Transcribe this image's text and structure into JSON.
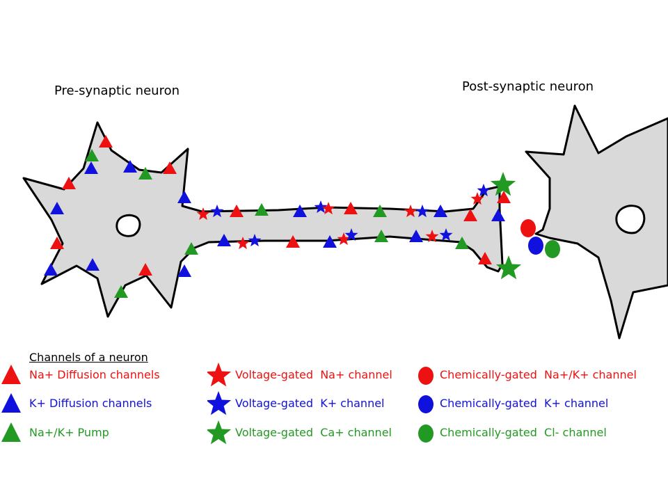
{
  "labels": {
    "pre": "Pre-synaptic neuron",
    "post": "Post-synaptic neuron"
  },
  "colors": {
    "red": "#ee1111",
    "blue": "#1111dd",
    "green": "#229922",
    "cell_fill": "#d9d9d9",
    "outline": "#000000"
  },
  "legend": {
    "title": "Channels of a neuron",
    "items": [
      {
        "symbol": "triangle",
        "color": "red",
        "text": "Na+ Diffusion channels"
      },
      {
        "symbol": "triangle",
        "color": "blue",
        "text": "K+ Diffusion channels"
      },
      {
        "symbol": "triangle",
        "color": "green",
        "text": "Na+/K+ Pump"
      },
      {
        "symbol": "star",
        "color": "red",
        "text": "Voltage-gated  Na+ channel"
      },
      {
        "symbol": "star",
        "color": "blue",
        "text": "Voltage-gated  K+ channel"
      },
      {
        "symbol": "star",
        "color": "green",
        "text": "Voltage-gated  Ca+ channel"
      },
      {
        "symbol": "circle",
        "color": "red",
        "text": "Chemically-gated  Na+/K+ channel"
      },
      {
        "symbol": "circle",
        "color": "blue",
        "text": "Chemically-gated  K+ channel"
      },
      {
        "symbol": "circle",
        "color": "green",
        "text": "Chemically-gated  Cl- channel"
      }
    ]
  }
}
